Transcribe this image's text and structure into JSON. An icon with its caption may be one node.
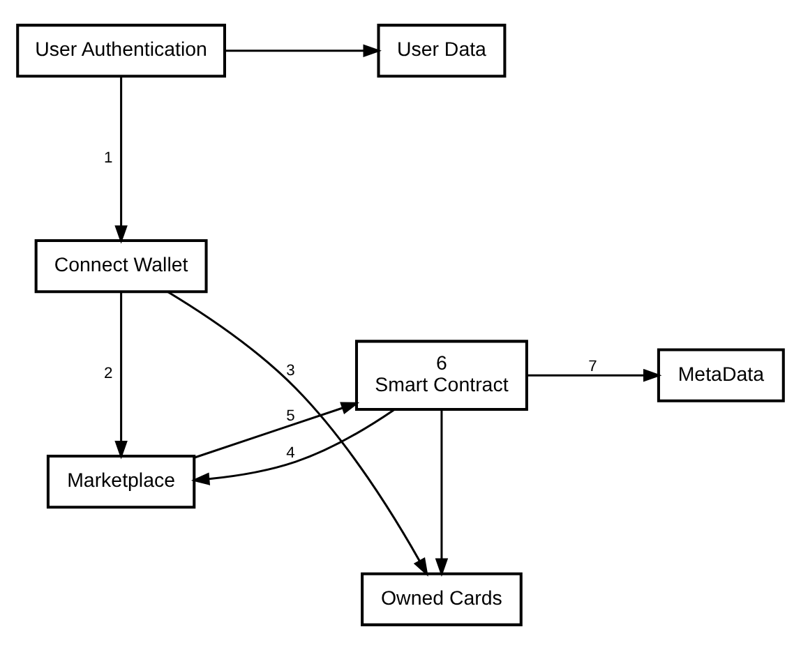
{
  "diagram": {
    "nodes": [
      {
        "text": [
          "Marketplace"
        ]
      },
      {
        "text": [
          "6",
          "Smart Contract"
        ]
      },
      {
        "text": [
          "MetaData"
        ]
      },
      {
        "text": [
          "Connect Wallet"
        ]
      },
      {
        "text": [
          "Owned Cards"
        ]
      },
      {
        "text": [
          "User Authentication"
        ]
      },
      {
        "text": [
          "User Data"
        ]
      }
    ],
    "edges": [
      {
        "from": 0,
        "to": 1,
        "arrow": "to",
        "label": "5"
      },
      {
        "from": 1,
        "to": 0,
        "arrow": "to",
        "label": "4"
      },
      {
        "from": 1,
        "to": 2,
        "arrow": "to",
        "label": "7"
      },
      {
        "from": 1,
        "to": 4,
        "arrow": "to"
      },
      {
        "from": 3,
        "to": 4,
        "arrow": "to",
        "label": "3"
      },
      {
        "from": 3,
        "to": 0,
        "arrow": "to",
        "label": "2"
      },
      {
        "from": 5,
        "to": 3,
        "arrow": "to",
        "label": "1"
      },
      {
        "from": 5,
        "to": 6,
        "arrow": "to"
      }
    ]
  }
}
